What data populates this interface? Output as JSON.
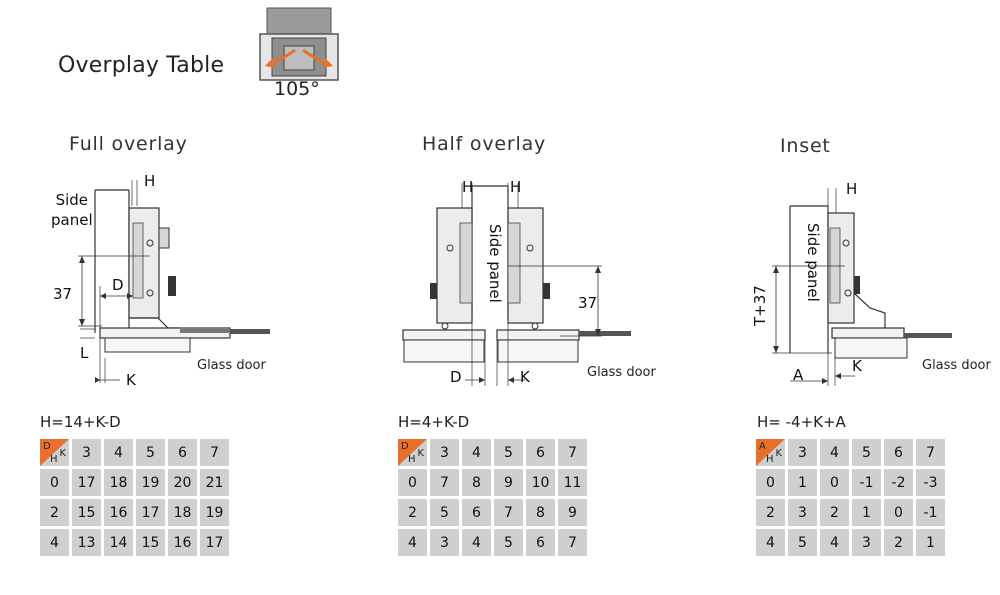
{
  "page_title": "Overplay Table",
  "angle_label": "105°",
  "sections": [
    {
      "title": "Full overlay",
      "labels": {
        "h": "H",
        "side_panel": "Side\npanel",
        "side_panel_l1": "Side",
        "side_panel_l2": "panel",
        "dim": "37",
        "d": "D",
        "l": "L",
        "k": "K",
        "glass": "Glass door"
      },
      "formula": "H=14+K-D",
      "table": {
        "corner": {
          "top": "D",
          "bottom": "H",
          "right": "K"
        },
        "header": [
          "3",
          "4",
          "5",
          "6",
          "7"
        ],
        "rows": [
          {
            "key": "0",
            "values": [
              "17",
              "18",
              "19",
              "20",
              "21"
            ]
          },
          {
            "key": "2",
            "values": [
              "15",
              "16",
              "17",
              "18",
              "19"
            ]
          },
          {
            "key": "4",
            "values": [
              "13",
              "14",
              "15",
              "16",
              "17"
            ]
          }
        ]
      }
    },
    {
      "title": "Half overlay",
      "labels": {
        "h1": "H",
        "h2": "H",
        "side_panel": "Side panel",
        "dim": "37",
        "d": "D",
        "k": "K",
        "glass": "Glass door"
      },
      "formula": "H=4+K-D",
      "table": {
        "corner": {
          "top": "D",
          "bottom": "H",
          "right": "K"
        },
        "header": [
          "3",
          "4",
          "5",
          "6",
          "7"
        ],
        "rows": [
          {
            "key": "0",
            "values": [
              "7",
              "8",
              "9",
              "10",
              "11"
            ]
          },
          {
            "key": "2",
            "values": [
              "5",
              "6",
              "7",
              "8",
              "9"
            ]
          },
          {
            "key": "4",
            "values": [
              "3",
              "4",
              "5",
              "6",
              "7"
            ]
          }
        ]
      }
    },
    {
      "title": "Inset",
      "labels": {
        "h": "H",
        "side_panel": "Side panel",
        "dim": "T+37",
        "a": "A",
        "k": "K",
        "glass": "Glass door"
      },
      "formula": "H= -4+K+A",
      "table": {
        "corner": {
          "top": "A",
          "bottom": "H",
          "right": "K"
        },
        "header": [
          "3",
          "4",
          "5",
          "6",
          "7"
        ],
        "rows": [
          {
            "key": "0",
            "values": [
              "1",
              "0",
              "-1",
              "-2",
              "-3"
            ]
          },
          {
            "key": "2",
            "values": [
              "3",
              "2",
              "1",
              "0",
              "-1"
            ]
          },
          {
            "key": "4",
            "values": [
              "5",
              "4",
              "3",
              "2",
              "1"
            ]
          }
        ]
      }
    }
  ],
  "colors": {
    "accent": "#e8702a",
    "cell": "#cfcfcf",
    "line": "#333333"
  }
}
